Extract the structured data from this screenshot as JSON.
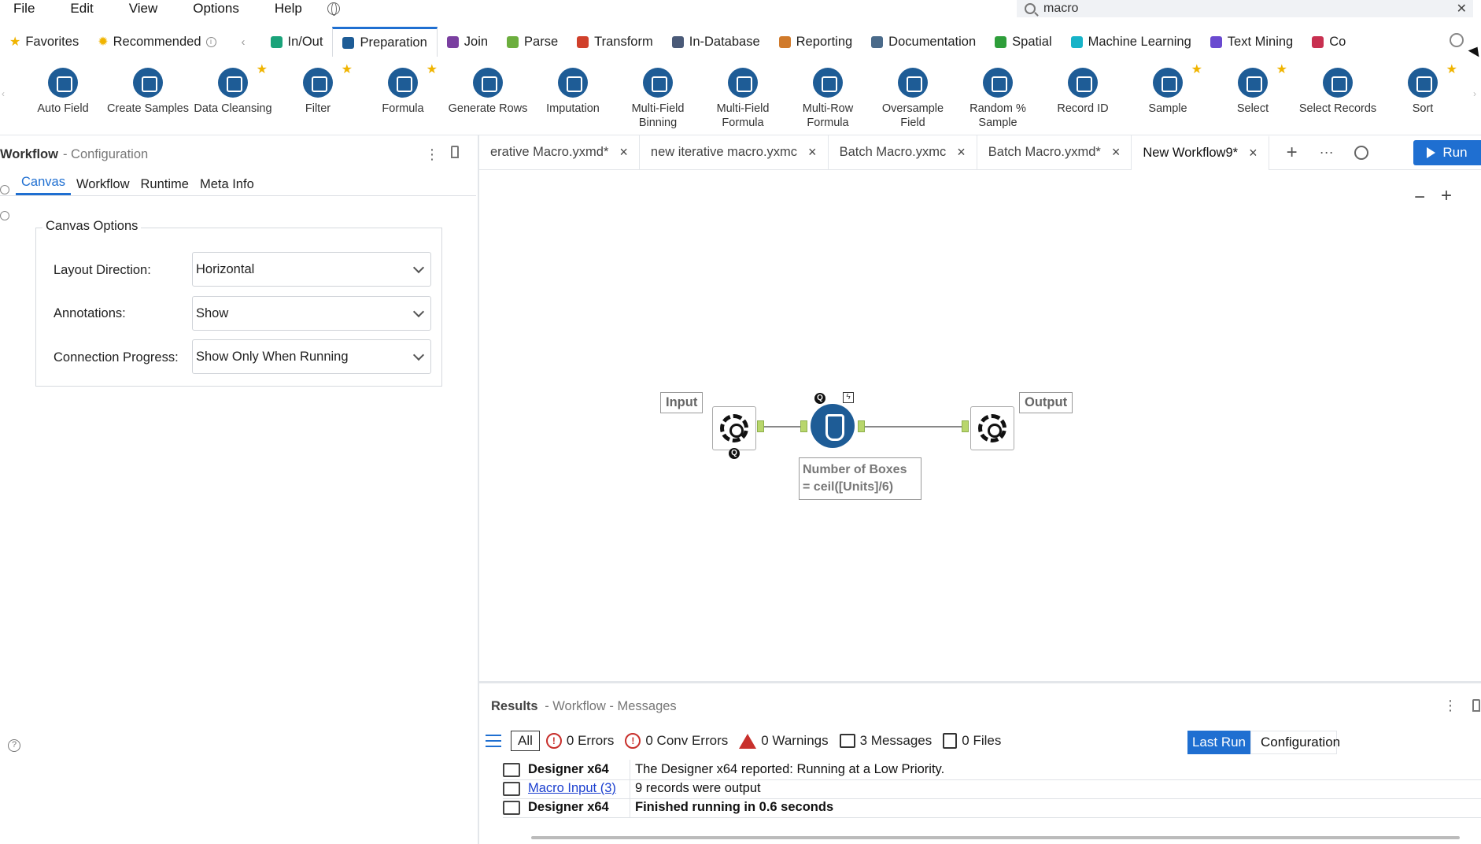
{
  "menu": {
    "items": [
      "File",
      "Edit",
      "View",
      "Options",
      "Help"
    ]
  },
  "search": {
    "value": "macro"
  },
  "categories": {
    "favorites": "Favorites",
    "recommended": "Recommended",
    "tabs": [
      {
        "label": "In/Out",
        "color": "#1aa37a"
      },
      {
        "label": "Preparation",
        "color": "#1e5c96",
        "active": true
      },
      {
        "label": "Join",
        "color": "#7a3fa0"
      },
      {
        "label": "Parse",
        "color": "#6cae3e"
      },
      {
        "label": "Transform",
        "color": "#d0402b"
      },
      {
        "label": "In-Database",
        "color": "#4a5a78"
      },
      {
        "label": "Reporting",
        "color": "#d07a2b"
      },
      {
        "label": "Documentation",
        "color": "#4a6a8a"
      },
      {
        "label": "Spatial",
        "color": "#2e9e3a"
      },
      {
        "label": "Machine Learning",
        "color": "#17b3c8"
      },
      {
        "label": "Text Mining",
        "color": "#6a4ad0"
      },
      {
        "label": "Co",
        "color": "#c83050"
      }
    ]
  },
  "tools": [
    {
      "label": "Auto Field",
      "fav": false
    },
    {
      "label": "Create Samples",
      "fav": false
    },
    {
      "label": "Data Cleansing",
      "fav": true
    },
    {
      "label": "Filter",
      "fav": true
    },
    {
      "label": "Formula",
      "fav": true
    },
    {
      "label": "Generate Rows",
      "fav": false
    },
    {
      "label": "Imputation",
      "fav": false
    },
    {
      "label": "Multi-Field Binning",
      "fav": false
    },
    {
      "label": "Multi-Field Formula",
      "fav": false
    },
    {
      "label": "Multi-Row Formula",
      "fav": false
    },
    {
      "label": "Oversample Field",
      "fav": false
    },
    {
      "label": "Random % Sample",
      "fav": false
    },
    {
      "label": "Record ID",
      "fav": false
    },
    {
      "label": "Sample",
      "fav": true
    },
    {
      "label": "Select",
      "fav": true
    },
    {
      "label": "Select Records",
      "fav": false
    },
    {
      "label": "Sort",
      "fav": true
    }
  ],
  "config": {
    "title": "Workflow",
    "subtitle": "- Configuration",
    "tabs": [
      "Canvas",
      "Workflow",
      "Runtime",
      "Meta Info"
    ],
    "group_title": "Canvas Options",
    "fields": [
      {
        "label": "Layout Direction:",
        "value": "Horizontal"
      },
      {
        "label": "Annotations:",
        "value": "Show"
      },
      {
        "label": "Connection Progress:",
        "value": "Show Only When Running"
      }
    ]
  },
  "workflow_tabs": [
    {
      "label": "erative Macro.yxmd*"
    },
    {
      "label": "new iterative macro.yxmc"
    },
    {
      "label": "Batch Macro.yxmc"
    },
    {
      "label": "Batch Macro.yxmd*"
    },
    {
      "label": "New Workflow9*",
      "active": true
    }
  ],
  "run_label": "Run",
  "canvas": {
    "input_label": "Input",
    "output_label": "Output",
    "annotation_line1": "Number of Boxes",
    "annotation_line2": "= ceil([Units]/6)",
    "badge_q": "Q"
  },
  "results": {
    "title": "Results",
    "subtitle": "- Workflow - Messages",
    "all": "All",
    "errors": "0 Errors",
    "conv_errors": "0 Conv Errors",
    "warnings": "0 Warnings",
    "messages": "3 Messages",
    "files": "0 Files",
    "last_run": "Last Run",
    "configuration": "Configuration",
    "rows": [
      {
        "source": "Designer x64",
        "text": "The Designer x64 reported: Running at a Low Priority.",
        "link": false,
        "bold": false
      },
      {
        "source": "Macro Input (3)",
        "text": "9 records were output",
        "link": true,
        "bold": false
      },
      {
        "source": "Designer x64",
        "text": "Finished running in 0.6 seconds",
        "link": false,
        "bold": true
      }
    ]
  }
}
